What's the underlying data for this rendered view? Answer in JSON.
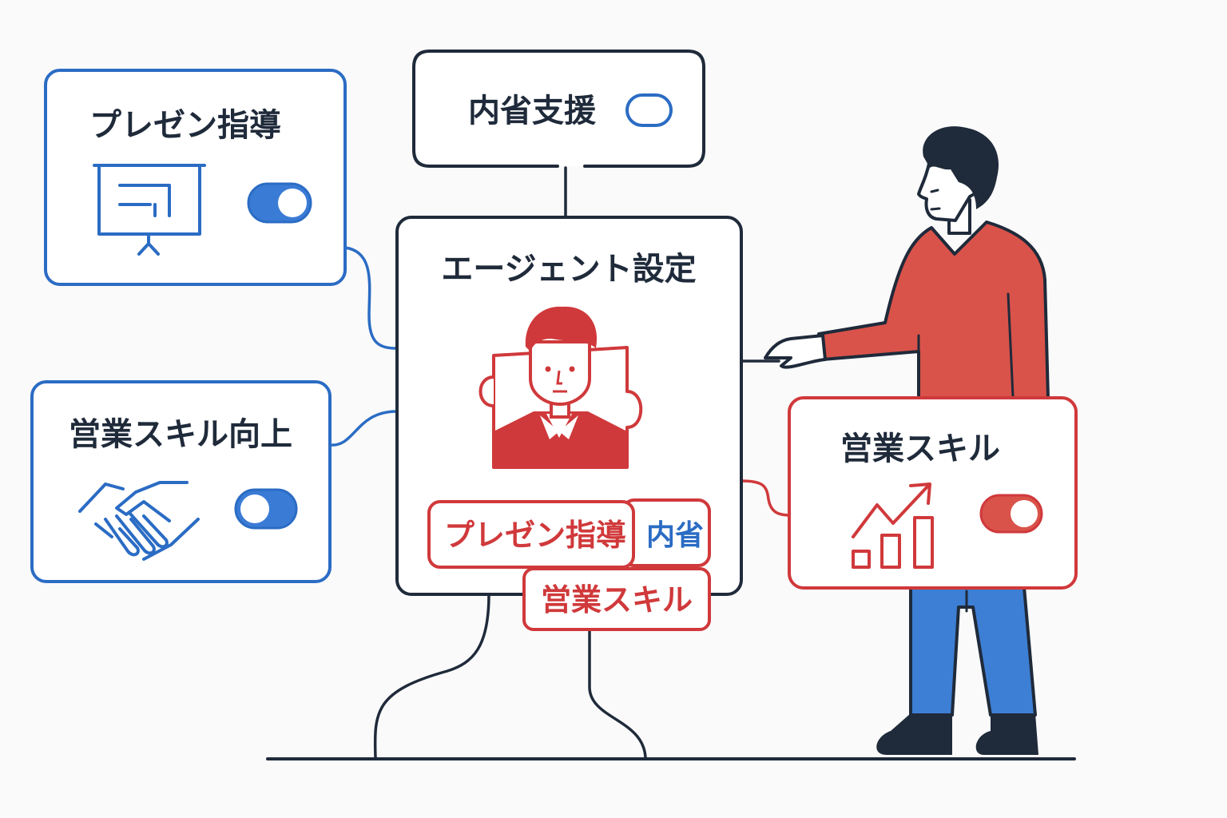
{
  "colors": {
    "navy": "#1f2a3a",
    "blue": "#2b6cc4",
    "blue_fill": "#3a7bd5",
    "red": "#d0393b",
    "red_fill": "#d9534a",
    "jeans": "#3d7fd4",
    "background": "#fafafa"
  },
  "cards": {
    "presentation": {
      "title": "プレゼン指導",
      "icon": "presentation-board-icon",
      "toggle_on": true
    },
    "sales_up": {
      "title": "営業スキル向上",
      "icon": "handshake-icon",
      "toggle_on": true
    },
    "reflection": {
      "title": "内省支援",
      "toggle_on": false
    },
    "sales_skill": {
      "title": "営業スキル",
      "icon": "growth-chart-icon",
      "toggle_on": true
    },
    "agent": {
      "title": "エージェント設定",
      "icon": "puzzle-avatar-icon"
    }
  },
  "tags": {
    "presentation": "プレゼン指導",
    "reflection": "内省",
    "sales": "営業スキル"
  }
}
